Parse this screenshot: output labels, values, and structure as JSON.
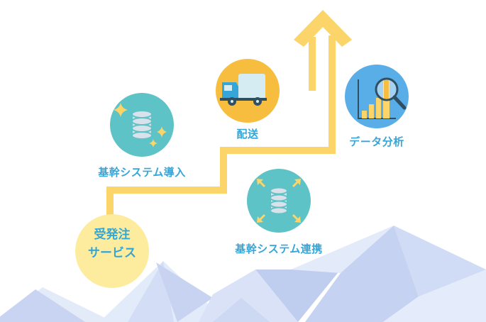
{
  "colors": {
    "teal": "#5ec3c6",
    "orange": "#f7bd3f",
    "light_yellow": "#fdeb9e",
    "blue_circle": "#5aaee8",
    "arrow": "#fbd46a",
    "label_teal": "#36a6d8",
    "start_label": "#31a7d7",
    "mountain_light": "#dfe7f8",
    "mountain_dark": "#b9c7ee"
  },
  "diagram": {
    "start": {
      "line1": "受発注",
      "line2": "サービス"
    },
    "nodes": {
      "core_system": {
        "label": "基幹システム導入",
        "icon": "database-sparkle-icon"
      },
      "delivery": {
        "label": "配送",
        "icon": "truck-icon"
      },
      "data_analysis": {
        "label": "データ分析",
        "icon": "chart-magnifier-icon"
      },
      "integration": {
        "label": "基幹システム連携",
        "icon": "database-arrows-icon"
      }
    }
  }
}
